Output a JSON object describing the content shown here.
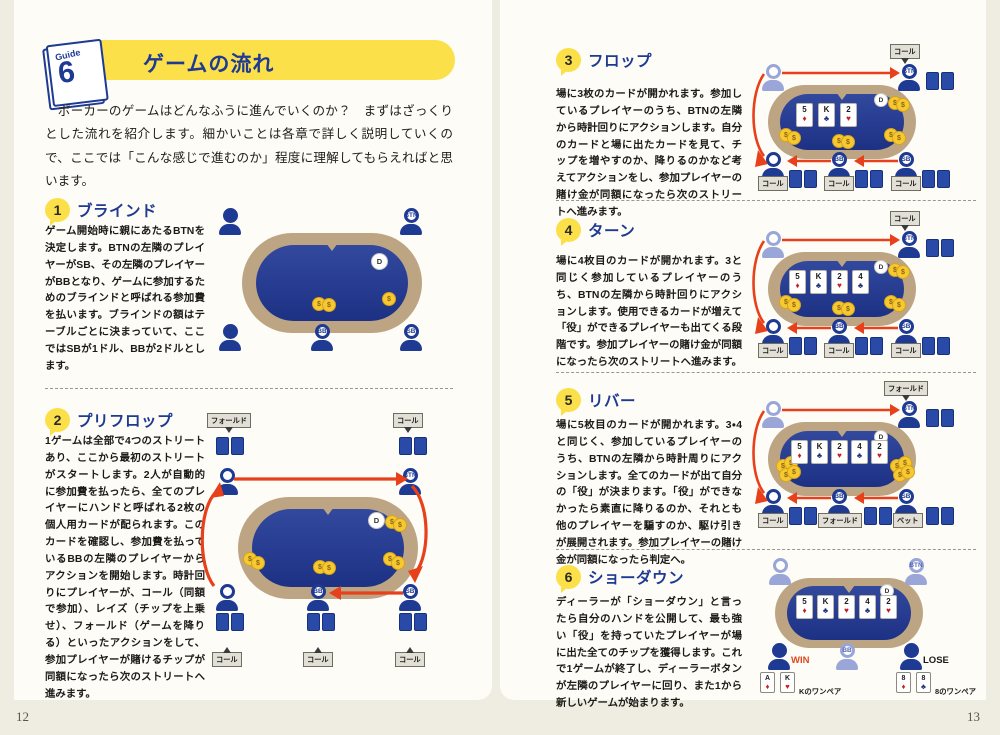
{
  "book": {
    "background_color": "#efece1",
    "page_color": "#fdfcf7",
    "accent_yellow": "#fbe04a",
    "accent_blue": "#1e3a93",
    "page_left_number": "12",
    "page_right_number": "13"
  },
  "header": {
    "guide_word": "Guide",
    "guide_number": "6",
    "title": "ゲームの流れ"
  },
  "intro": "　ポーカーのゲームはどんなふうに進んでいくのか？　まずはざっくりとした流れを紹介します。細かいことは各章で詳しく説明していくので、ここでは「こんな感じで進むのか」程度に理解してもらえればと思います。",
  "sections": [
    {
      "number": "1",
      "title": "ブラインド",
      "body": "ゲーム開始時に親にあたるBTNを決定します。BTNの左隣のプレイヤーがSB、その左隣のプレイヤーがBBとなり、ゲームに参加するためのブラインドと呼ばれる参加費を払います。ブラインドの額はテーブルごとに決まっていて、ここではSBが1ドル、BBが2ドルとします。"
    },
    {
      "number": "2",
      "title": "プリフロップ",
      "body": "1ゲームは全部で4つのストリートあり、ここから最初のストリートがスタートします。2人が自動的に参加費を払ったら、全てのプレイヤーにハンドと呼ばれる2枚の個人用カードが配られます。このカードを確認し、参加費を払っているBBの左隣のプレイヤーからアクションを開始します。時計回りにプレイヤーが、コール（同額で参加）、レイズ（チップを上乗せ）、フォールド（ゲームを降りる）といったアクションをして、参加プレイヤーが賭けるチップが同額になったら次のストリートへ進みます。"
    },
    {
      "number": "3",
      "title": "フロップ",
      "body": "場に3枚のカードが開かれます。参加しているプレイヤーのうち、BTNの左隣から時計回りにアクションします。自分のカードと場に出たカードを見て、チップを増やすのか、降りるのかなど考えてアクションをし、参加プレイヤーの賭け金が同額になったら次のストリートへ進みます。"
    },
    {
      "number": "4",
      "title": "ターン",
      "body": "場に4枚目のカードが開かれます。3と同じく参加しているプレイヤーのうち、BTNの左隣から時計回りにアクションします。使用できるカードが増えて「役」ができるプレイヤーも出てくる段階です。参加プレイヤーの賭け金が同額になったら次のストリートへ進みます。"
    },
    {
      "number": "5",
      "title": "リバー",
      "body": "場に5枚目のカードが開かれます。3・4と同じく、参加しているプレイヤーのうち、BTNの左隣から時計周りにアクションします。全てのカードが出て自分の「役」が決まります。「役」ができなかったら素直に降りるのか、それとも他のプレイヤーを騙すのか、駆け引きが展開されます。参加プレイヤーの賭け金が同額になったら判定へ。"
    },
    {
      "number": "6",
      "title": "ショーダウン",
      "body": "ディーラーが「ショーダウン」と言ったら自分のハンドを公開して、最も強い「役」を持っていたプレイヤーが場に出た全てのチップを獲得します。これで1ゲームが終了し、ディーラーボタンが左隣のプレイヤーに回り、また1から新しいゲームが始まります。"
    }
  ],
  "diagram1": {
    "seat_btn": "BTN",
    "seat_bb": "BB",
    "seat_sb": "SB",
    "dealer_button": "D",
    "chip_symbol": "$"
  },
  "diagram2": {
    "seat_btn": "BTN",
    "seat_bb": "BB",
    "seat_sb": "SB",
    "dealer_button": "D",
    "label_fold": "フォールド",
    "label_call": "コール",
    "actions_top": [
      "フォールド",
      "コール"
    ],
    "actions_bottom": [
      "コール",
      "コール",
      "コール"
    ]
  },
  "diagram3": {
    "seat_btn": "BTN",
    "seat_bb": "BB",
    "seat_sb": "SB",
    "dealer_button": "D",
    "board": [
      {
        "rank": "5",
        "suit": "♦",
        "color": "red"
      },
      {
        "rank": "K",
        "suit": "♣",
        "color": "blk"
      },
      {
        "rank": "2",
        "suit": "♥",
        "color": "red"
      }
    ],
    "label_btn": "コール",
    "actions_bottom": [
      "コール",
      "コール",
      "コール"
    ]
  },
  "diagram4": {
    "seat_btn": "BTN",
    "seat_bb": "BB",
    "seat_sb": "SB",
    "dealer_button": "D",
    "board": [
      {
        "rank": "5",
        "suit": "♦",
        "color": "red"
      },
      {
        "rank": "K",
        "suit": "♣",
        "color": "blk"
      },
      {
        "rank": "2",
        "suit": "♥",
        "color": "red"
      },
      {
        "rank": "4",
        "suit": "♣",
        "color": "blk"
      }
    ],
    "label_btn": "コール",
    "actions_bottom": [
      "コール",
      "コール",
      "コール"
    ]
  },
  "diagram5": {
    "seat_btn": "BTN",
    "seat_bb": "BB",
    "seat_sb": "SB",
    "dealer_button": "D",
    "board": [
      {
        "rank": "5",
        "suit": "♦",
        "color": "red"
      },
      {
        "rank": "K",
        "suit": "♣",
        "color": "blk"
      },
      {
        "rank": "2",
        "suit": "♥",
        "color": "red"
      },
      {
        "rank": "4",
        "suit": "♣",
        "color": "blk"
      },
      {
        "rank": "2",
        "suit": "♥",
        "color": "red"
      }
    ],
    "label_btn": "フォールド",
    "actions_bottom": [
      "コール",
      "フォールド",
      "ベット"
    ]
  },
  "diagram6": {
    "seat_btn": "BTN",
    "seat_bb": "BB",
    "dealer_button": "D",
    "board": [
      {
        "rank": "5",
        "suit": "♦",
        "color": "red"
      },
      {
        "rank": "K",
        "suit": "♣",
        "color": "blk"
      },
      {
        "rank": "2",
        "suit": "♥",
        "color": "red"
      },
      {
        "rank": "4",
        "suit": "♣",
        "color": "blk"
      },
      {
        "rank": "2",
        "suit": "♥",
        "color": "red"
      }
    ],
    "win_label": "WIN",
    "lose_label": "LOSE",
    "win_hand": [
      {
        "rank": "A",
        "suit": "♦",
        "color": "red"
      },
      {
        "rank": "K",
        "suit": "♥",
        "color": "red"
      }
    ],
    "lose_hand": [
      {
        "rank": "8",
        "suit": "♦",
        "color": "red"
      },
      {
        "rank": "8",
        "suit": "♣",
        "color": "blk"
      }
    ],
    "win_hand_name": "Kのワンペア",
    "lose_hand_name": "8のワンペア"
  }
}
